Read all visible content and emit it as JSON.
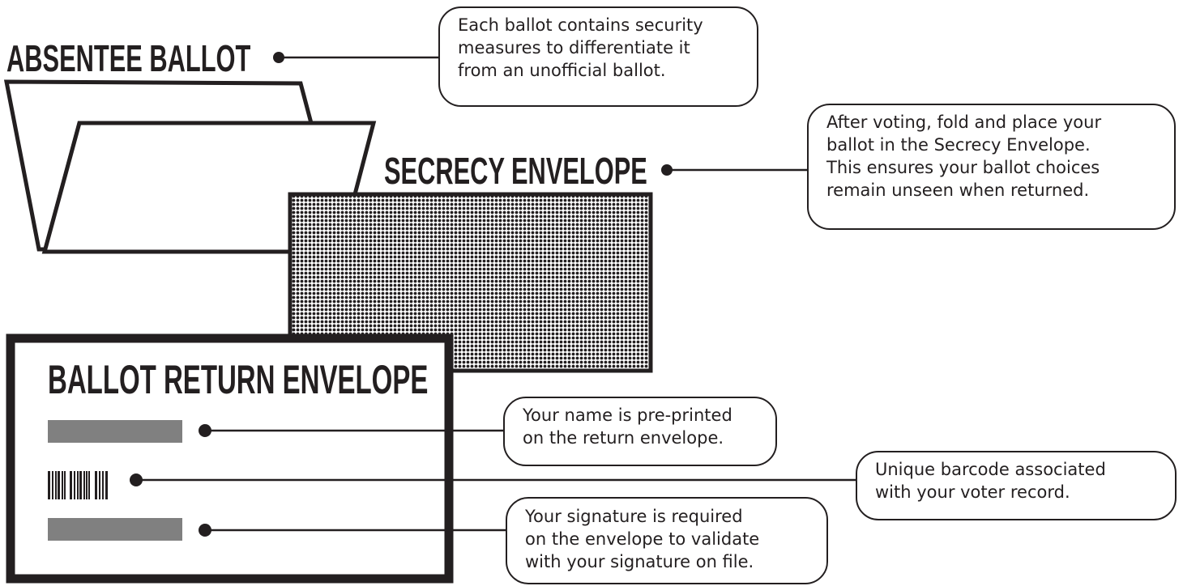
{
  "labels": {
    "absentee_ballot": "ABSENTEE BALLOT",
    "secrecy_envelope": "SECRECY ENVELOPE",
    "ballot_return_envelope": "BALLOT RETURN ENVELOPE"
  },
  "callouts": {
    "security_measures": {
      "lines": [
        "Each ballot contains security",
        "measures to differentiate it",
        "from an unofficial ballot."
      ]
    },
    "secrecy": {
      "lines": [
        "After voting, fold and place your",
        "ballot in the Secrecy Envelope.",
        "This ensures your ballot choices",
        "remain unseen when returned."
      ]
    },
    "name": {
      "lines": [
        "Your name is pre-printed",
        "on the return envelope."
      ]
    },
    "barcode": {
      "lines": [
        "Unique barcode associated",
        "with your voter record."
      ]
    },
    "signature": {
      "lines": [
        "Your signature is required",
        "on the envelope to validate",
        "with your signature on file."
      ]
    }
  },
  "colors": {
    "ink": "#231f20",
    "field_gray": "#808080",
    "background": "#ffffff"
  }
}
